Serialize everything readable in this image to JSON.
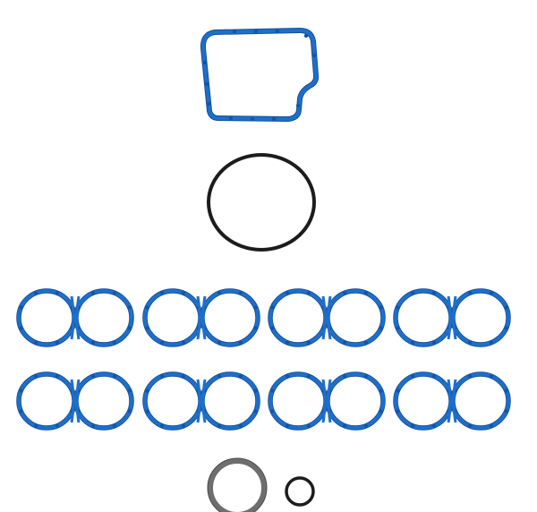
{
  "scene": {
    "background": "#ffffff",
    "colors": {
      "blue_gasket": "#1f6fc9",
      "blue_gasket_shadow": "#0f4f9e",
      "blue_nub": "#1455a8",
      "black_oring": "#1c1c1c",
      "gray_oring": "#6e6e6e",
      "gray_oring_edge": "#4a4a4a"
    },
    "items": {
      "throttle_body_gasket": {
        "kind": "molded gasket",
        "color": "blue",
        "count": 1
      },
      "large_o_ring": {
        "kind": "o-ring",
        "color": "black",
        "count": 1
      },
      "intake_port_gaskets": {
        "kind": "dual-port ring gasket",
        "color": "blue",
        "rows": 2,
        "per_row": 4
      },
      "small_o_rings": {
        "kind": "o-ring",
        "colors": [
          "gray",
          "black"
        ],
        "count": 2
      }
    }
  }
}
